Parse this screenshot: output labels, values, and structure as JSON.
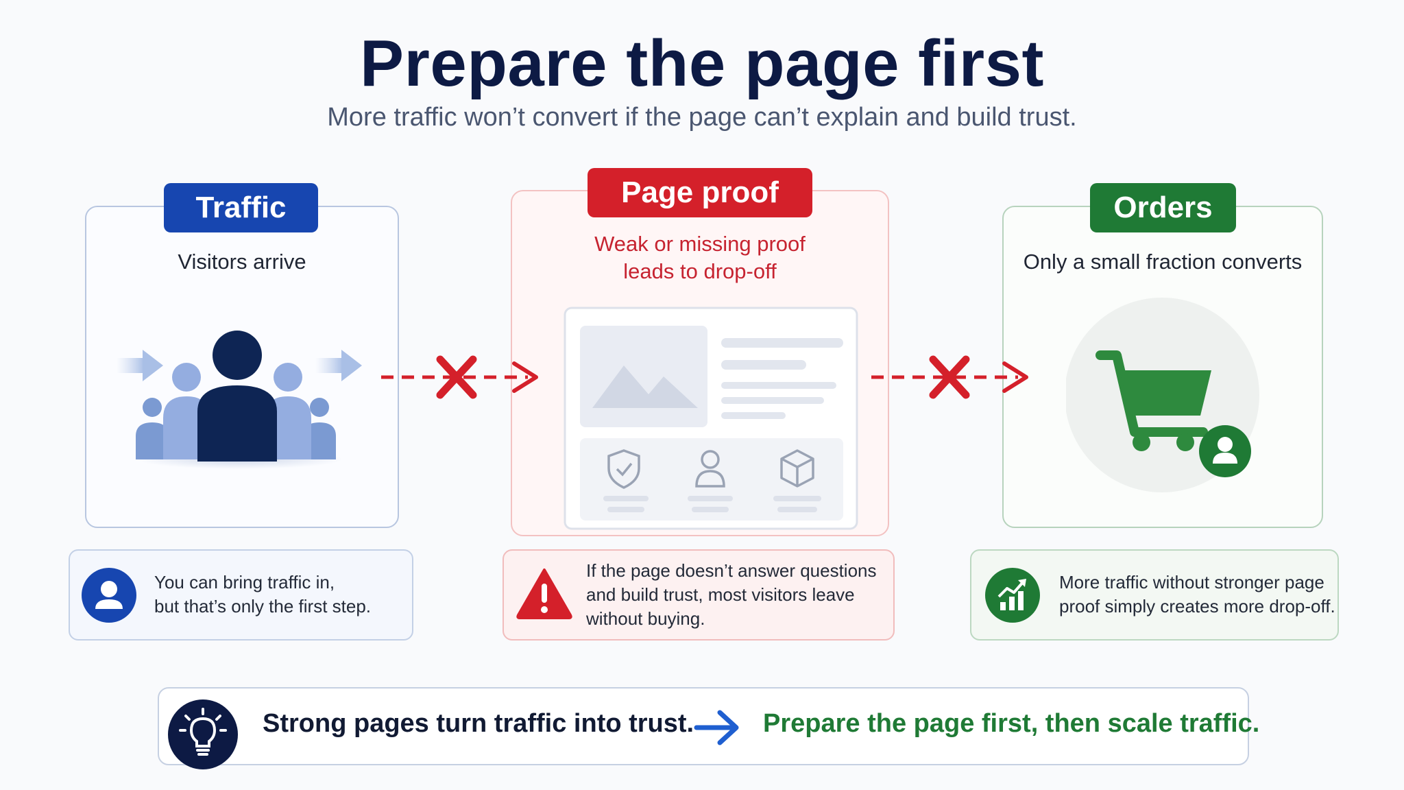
{
  "header": {
    "title": "Prepare the page first",
    "subtitle": "More traffic won’t convert if the page can’t explain and build trust."
  },
  "stages": {
    "traffic": {
      "label": "Traffic",
      "subtitle": "Visitors arrive",
      "icon": "people-group-icon"
    },
    "proof": {
      "label": "Page proof",
      "subtitle_line1": "Weak or missing proof",
      "subtitle_line2": "leads to drop-off",
      "icon": "webpage-mockup-icon"
    },
    "orders": {
      "label": "Orders",
      "subtitle": "Only a small fraction converts",
      "icon": "shopping-cart-icon"
    }
  },
  "notes": {
    "traffic": {
      "line1": "You can bring traffic in,",
      "line2": "but that’s only the first step.",
      "icon": "user-icon"
    },
    "proof": {
      "line1": "If the page doesn’t answer questions",
      "line2": "and build trust, most visitors leave",
      "line3": "without buying.",
      "icon": "warning-icon"
    },
    "orders": {
      "line1": "More traffic without stronger page",
      "line2": "proof simply creates more drop-off.",
      "icon": "growth-chart-icon"
    }
  },
  "bottom": {
    "left_text": "Strong pages turn traffic into trust.",
    "right_text": "Prepare the page first, then scale traffic.",
    "icon": "lightbulb-icon"
  },
  "colors": {
    "navy": "#0d1a44",
    "blue": "#1746b0",
    "red": "#d4202a",
    "green": "#1f7a35"
  }
}
